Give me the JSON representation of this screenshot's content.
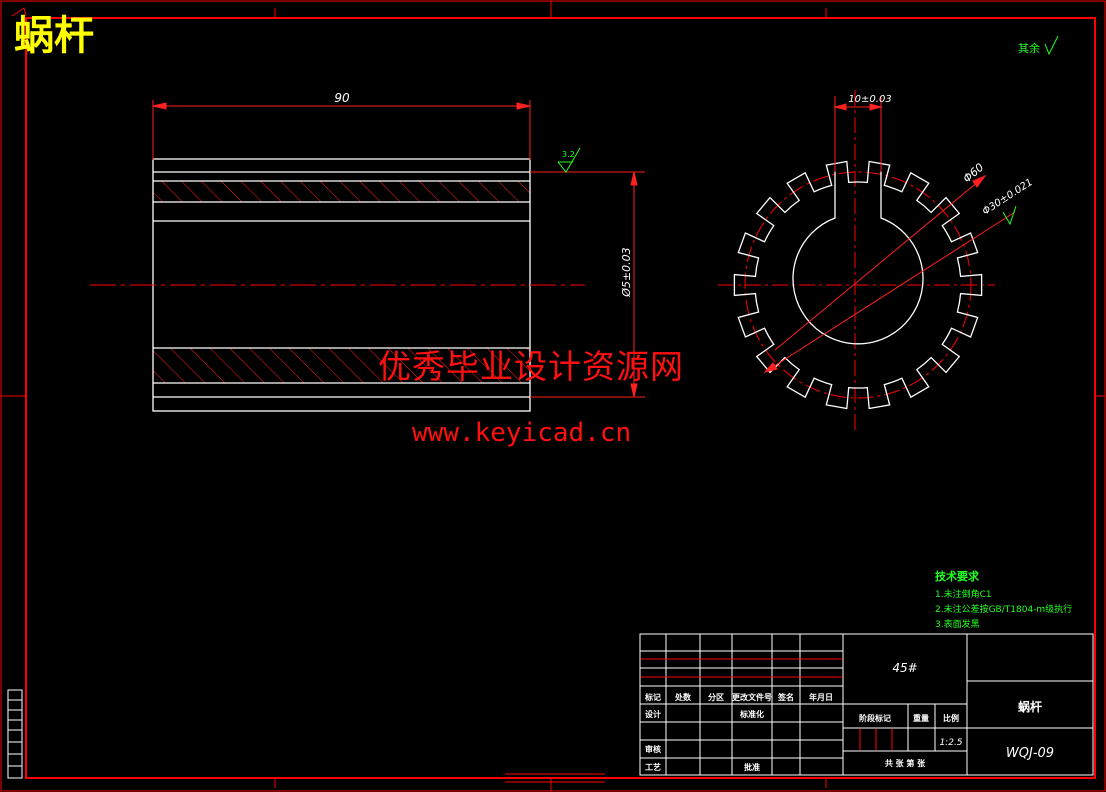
{
  "drawing_title": "蜗杆",
  "watermark": {
    "line1": "优秀毕业设计资源网",
    "line2": "www.keyicad.cn"
  },
  "dimensions": {
    "length": "90",
    "outer_diameter": "Ø5±0.03",
    "keyway_width": "10±0.03",
    "diameter_60": "Φ60",
    "diameter_30": "Φ30±0.021",
    "roughness": "3.2"
  },
  "other_roughness": "其余",
  "tech_requirements": {
    "title": "技术要求",
    "items": [
      "1.未注倒角C1",
      "2.未注公差按GB/T1804-m级执行",
      "3.表面发黑"
    ]
  },
  "title_block": {
    "material": "45#",
    "part_name": "蜗杆",
    "drawing_no": "WQJ-09",
    "scale": "1:2.5",
    "labels": {
      "mark": "标记",
      "count": "处数",
      "zone": "分区",
      "change_doc": "更改文件号",
      "sign": "签名",
      "date": "年月日",
      "design": "设计",
      "standardize": "标准化",
      "stage_mark": "阶段标记",
      "weight": "重量",
      "ratio": "比例",
      "review": "审核",
      "process": "工艺",
      "approve": "批准",
      "sheets": "共  张  第  张"
    }
  },
  "colors": {
    "background": "#000000",
    "frame": "#ff0000",
    "outline": "#ffffff",
    "annotation": "#22ff22",
    "title": "#ffff00",
    "watermark": "#ff1010"
  }
}
